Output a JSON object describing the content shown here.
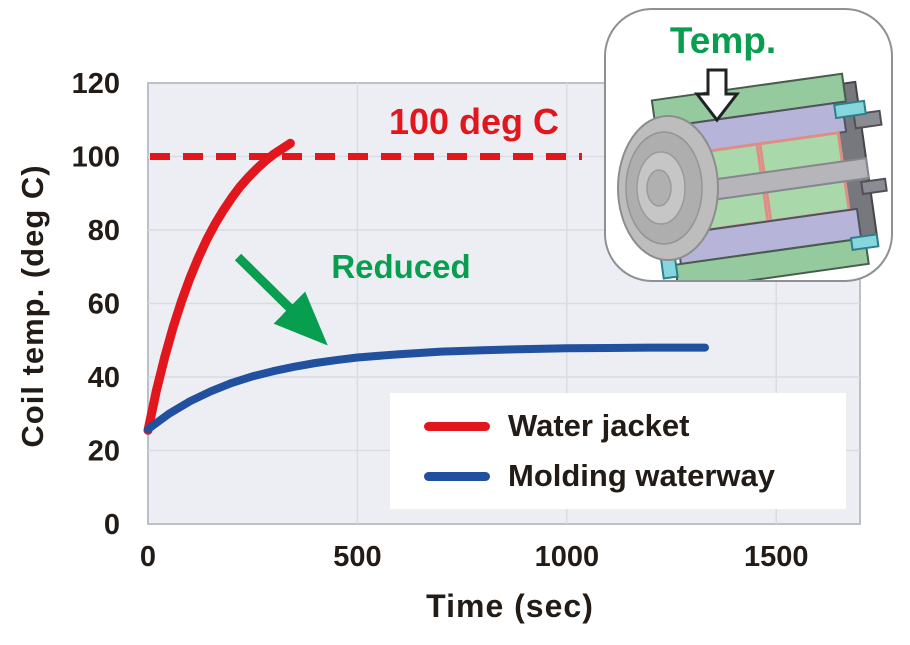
{
  "colors": {
    "red": "#e2161d",
    "blue": "#21509f",
    "green": "#089e50",
    "plot_bg": "#edeef3",
    "grid": "#d9dce2",
    "plot_border": "#bcc0c8",
    "text": "#221b16"
  },
  "inset": {
    "label": "Temp."
  },
  "chart_data": {
    "type": "line",
    "title": "",
    "xlabel": "Time (sec)",
    "ylabel": "Coil temp. (deg C)",
    "xlim": [
      0,
      1700
    ],
    "ylim": [
      0,
      120
    ],
    "xticks": [
      0,
      500,
      1000,
      1500
    ],
    "yticks": [
      0,
      20,
      40,
      60,
      80,
      100,
      120
    ],
    "grid": true,
    "legend_position": "inside-lower-right",
    "reference_line": {
      "y": 100,
      "label": "100 deg C",
      "style": "dashed",
      "color": "#e2161d"
    },
    "annotation": {
      "text": "Reduced",
      "color": "#089e50",
      "arrow": "down-right"
    },
    "series": [
      {
        "name": "Water jacket",
        "color": "#e2161d",
        "points": [
          [
            0,
            25.5
          ],
          [
            20,
            36.3
          ],
          [
            40,
            45.5
          ],
          [
            60,
            53.5
          ],
          [
            80,
            60.6
          ],
          [
            100,
            66.9
          ],
          [
            120,
            72.4
          ],
          [
            140,
            77.3
          ],
          [
            160,
            81.6
          ],
          [
            180,
            85.4
          ],
          [
            200,
            88.8
          ],
          [
            220,
            91.8
          ],
          [
            240,
            94.4
          ],
          [
            260,
            96.7
          ],
          [
            280,
            98.8
          ],
          [
            300,
            100.6
          ],
          [
            320,
            102.1
          ],
          [
            340,
            103.6
          ]
        ]
      },
      {
        "name": "Molding waterway",
        "color": "#21509f",
        "points": [
          [
            0,
            25.8
          ],
          [
            50,
            30.0
          ],
          [
            100,
            33.4
          ],
          [
            150,
            36.1
          ],
          [
            200,
            38.4
          ],
          [
            250,
            40.2
          ],
          [
            300,
            41.6
          ],
          [
            350,
            42.8
          ],
          [
            400,
            43.8
          ],
          [
            450,
            44.6
          ],
          [
            500,
            45.3
          ],
          [
            600,
            46.2
          ],
          [
            700,
            46.9
          ],
          [
            800,
            47.3
          ],
          [
            900,
            47.6
          ],
          [
            1000,
            47.8
          ],
          [
            1100,
            47.9
          ],
          [
            1200,
            48.0
          ],
          [
            1330,
            48.0
          ]
        ]
      }
    ]
  }
}
